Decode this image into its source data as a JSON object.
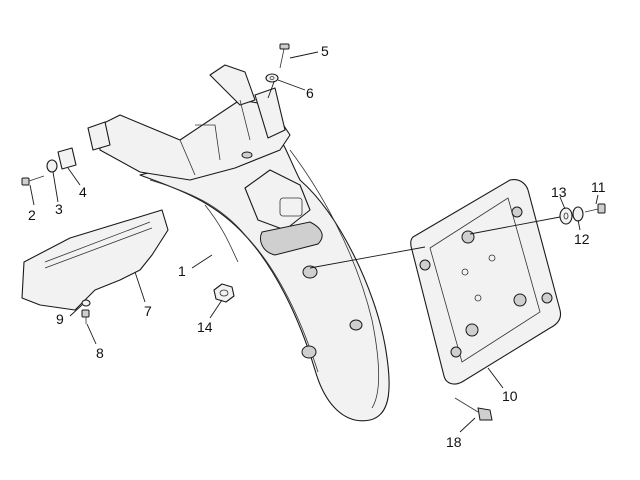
{
  "callouts": [
    {
      "id": "c1",
      "text": "1"
    },
    {
      "id": "c2",
      "text": "2"
    },
    {
      "id": "c3",
      "text": "3"
    },
    {
      "id": "c4",
      "text": "4"
    },
    {
      "id": "c5",
      "text": "5"
    },
    {
      "id": "c6",
      "text": "6"
    },
    {
      "id": "c7",
      "text": "7"
    },
    {
      "id": "c8",
      "text": "8"
    },
    {
      "id": "c9",
      "text": "9"
    },
    {
      "id": "c10",
      "text": "10"
    },
    {
      "id": "c11",
      "text": "11"
    },
    {
      "id": "c12",
      "text": "12"
    },
    {
      "id": "c13",
      "text": "13"
    },
    {
      "id": "c14",
      "text": "14"
    },
    {
      "id": "c18",
      "text": "18"
    }
  ]
}
